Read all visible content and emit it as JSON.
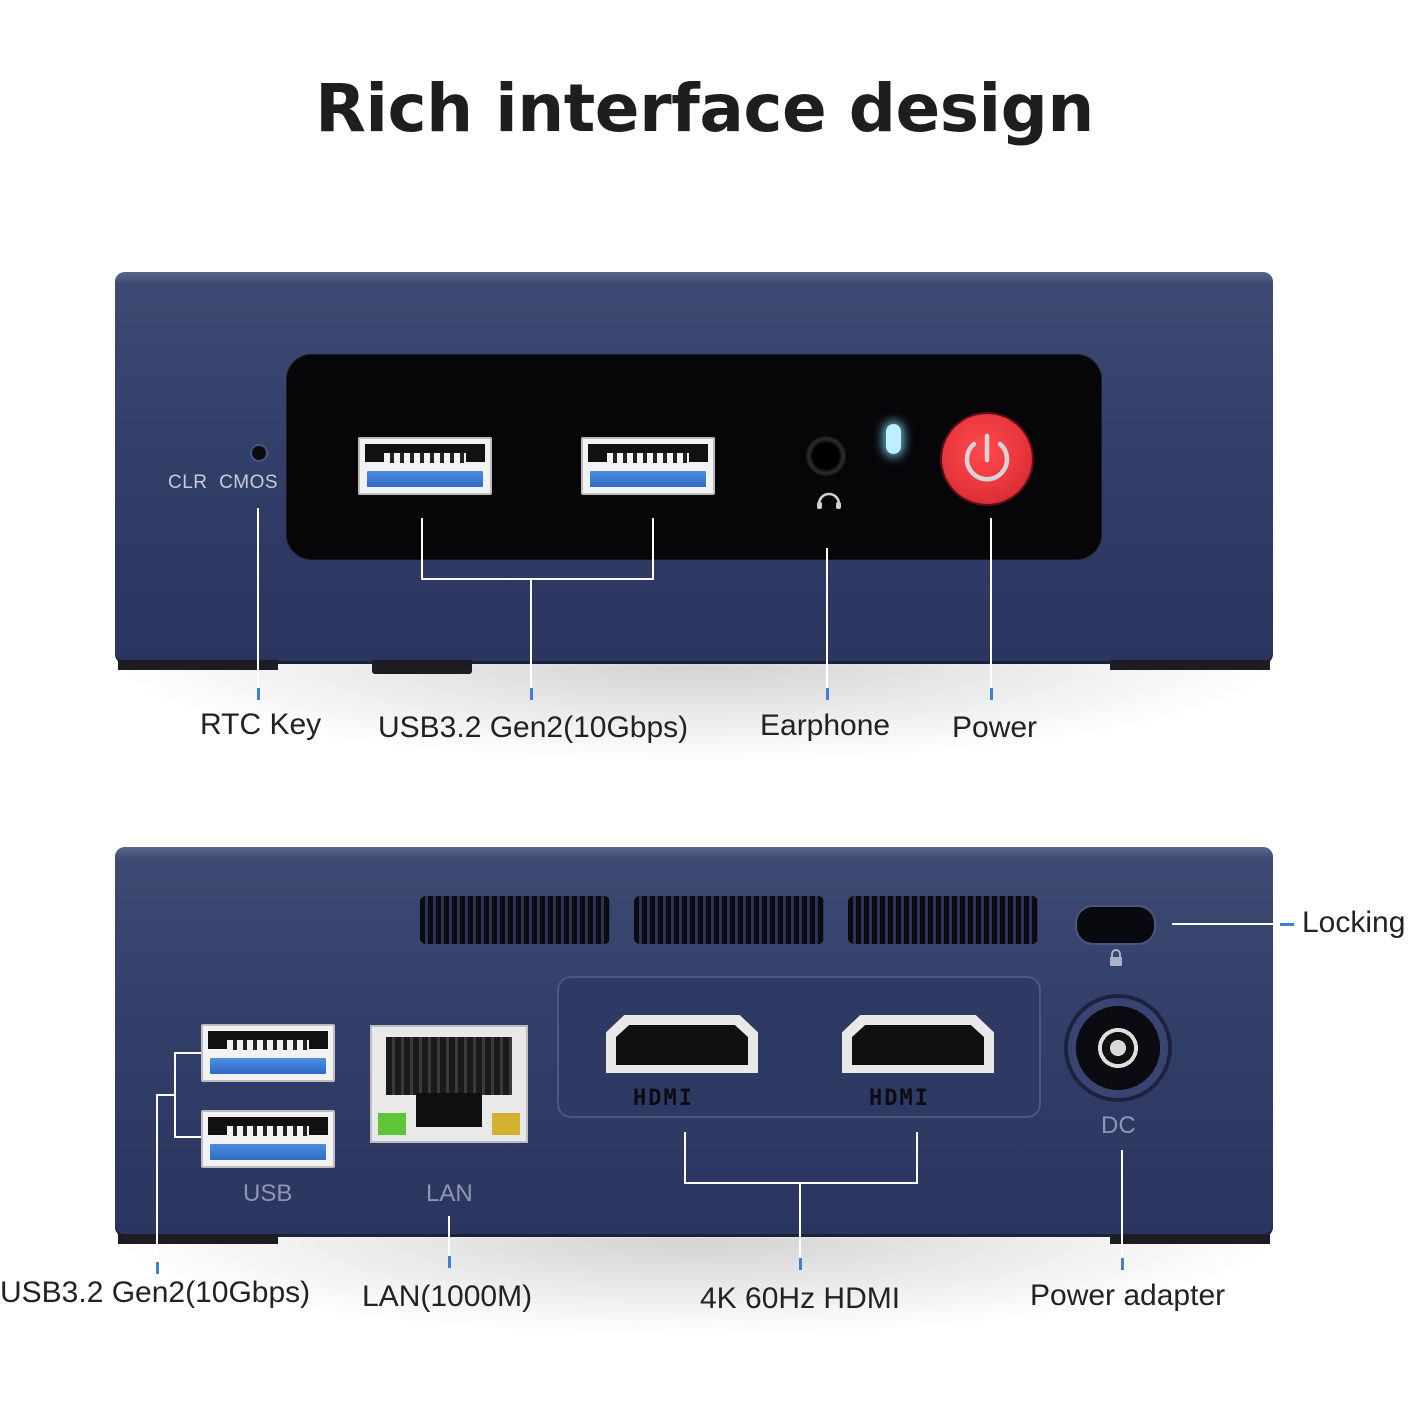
{
  "title": "Rich interface design",
  "front": {
    "clr_cmos_label": "CLR  CMOS",
    "callouts": {
      "rtc_key": "RTC Key",
      "usb": "USB3.2 Gen2(10Gbps)",
      "earphone": "Earphone",
      "power": "Power"
    },
    "power_button_color": "#e8363c",
    "indicator_color": "#bfefff"
  },
  "back": {
    "printed": {
      "usb": "USB",
      "lan": "LAN",
      "dc": "DC",
      "hdmi_logo_1": "HDMI",
      "hdmi_logo_2": "HDMI"
    },
    "callouts": {
      "locking": "Locking",
      "usb": "USB3.2 Gen2(10Gbps)",
      "lan": "LAN(1000M)",
      "hdmi": "4K 60Hz HDMI",
      "power_adapter": "Power adapter"
    }
  },
  "colors": {
    "device_body": "#33406a",
    "callout_accent": "#3f7fd6",
    "lan_led_green": "#5ec636",
    "lan_led_yellow": "#d4b030"
  }
}
